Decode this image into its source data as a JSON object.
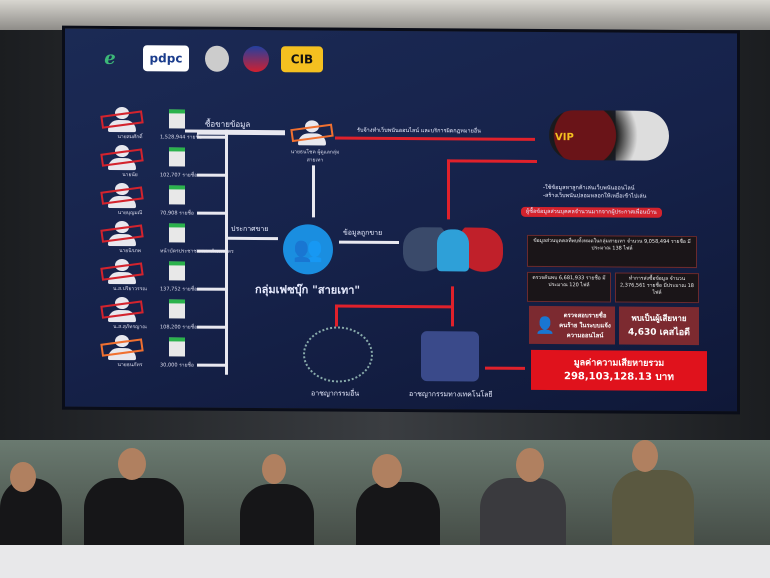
{
  "logos": {
    "pdpc": "pdpc",
    "cib": "CIB"
  },
  "suspects": [
    {
      "name": "นายสมศักดิ์",
      "count": "1,528,944 รายชื่อ",
      "stamp": "red"
    },
    {
      "name": "นายนัย",
      "count": "102,707 รายชื่อ",
      "stamp": "red"
    },
    {
      "name": "นายบุญมณี",
      "count": "70,908 รายชื่อ",
      "stamp": "red"
    },
    {
      "name": "นายนิรภพ",
      "count": "หน้าบัตรประชาชน และสำเนาบัตร",
      "stamp": "red"
    },
    {
      "name": "น.ส.ปริยาวรรณ",
      "count": "137,752 รายชื่อ",
      "stamp": "red"
    },
    {
      "name": "น.ส.สุภัทรญาณ",
      "count": "108,200 รายชื่อ",
      "stamp": "red"
    },
    {
      "name": "นายธนภัทร",
      "count": "30,000 รายชื่อ",
      "stamp": "orange"
    }
  ],
  "admin": "นายธนโชค ผู้ดูแลกลุ่มสายเทา",
  "labels": {
    "trade": "ซื้อขายข้อมูล",
    "announce": "ประกาศขาย",
    "sold": "ข้อมูลถูกขาย",
    "group": "กลุ่มเฟซบุ๊ก \"สายเทา\"",
    "hire": "รับจ้างทำเว็บพนันออนไลน์ และบริการผิดกฎหมายอื่น",
    "other_crime": "อาชญากรรมอื่น",
    "tech_crime": "อาชญากรรมทางเทคโนโลยี"
  },
  "gambling": {
    "bullet1": "-ใช้ข้อมูลหาลูกค้าเล่นเว็บพนันออนไลน์",
    "bullet2": "-สร้างเว็บพนันปลอมหลอกให้เหยื่อเข้าไปเล่น",
    "banner": "ผู้ซื้อข้อมูลส่วนบุคคลจำนวนมากจากผู้ประกาศเพื่อนบ้าน",
    "vip": "VIP"
  },
  "stats": {
    "total": "ข้อมูลส่วนบุคคลที่พบทั้งหมดในกลุ่มสายเทา จำนวน 9,058,494 รายชื่อ มีประมาณ 138 ไฟล์",
    "found": "ตรวจค้นพบ 6,681,933 รายชื่อ มีประมาณ 120 ไฟล์",
    "ordered": "ทำการส่งซื้อข้อมูล จำนวน 2,376,561 รายชื่อ มีประมาณ 18 ไฟล์",
    "check": "ตรวจสอบรายชื่อคนร้าย ในระบบแจ้งความออนไลน์",
    "victims_title": "พบเป็นผู้เสียหาย",
    "victims_value": "4,630 เคสไอดี",
    "damage_title": "มูลค่าความเสียหายรวม",
    "damage_value": "298,103,128.13 บาท"
  }
}
